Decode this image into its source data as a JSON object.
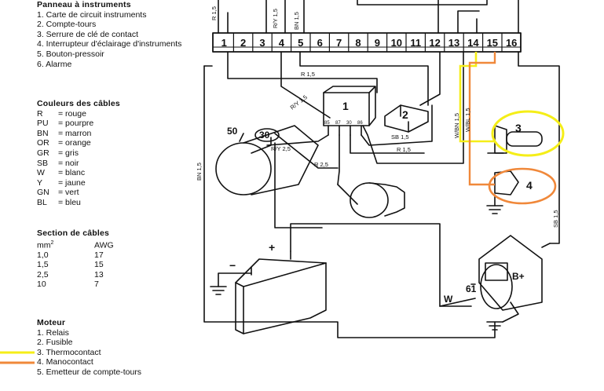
{
  "legend": {
    "panel": {
      "title": "Panneau à instruments",
      "items": [
        "1. Carte de circuit instruments",
        "2. Compte-tours",
        "3. Serrure de clé de contact",
        "4. Interrupteur d'éclairage d'instruments",
        "5.  Bouton-pressoir",
        "6. Alarme"
      ]
    },
    "colors": {
      "title": "Couleurs des câbles",
      "items": [
        {
          "code": "R",
          "name": "= rouge"
        },
        {
          "code": "PU",
          "name": "= pourpre"
        },
        {
          "code": "BN",
          "name": "= marron"
        },
        {
          "code": "OR",
          "name": "= orange"
        },
        {
          "code": "GR",
          "name": "= gris"
        },
        {
          "code": "SB",
          "name": "= noir"
        },
        {
          "code": "W",
          "name": "= blanc"
        },
        {
          "code": "Y",
          "name": "= jaune"
        },
        {
          "code": "GN",
          "name": "= vert"
        },
        {
          "code": "BL",
          "name": "= bleu"
        }
      ]
    },
    "section": {
      "title": "Section de câbles",
      "col_mm": "mm",
      "col_mm_sup": "2",
      "col_awg": "AWG",
      "rows": [
        {
          "mm": "1,0",
          "awg": "17"
        },
        {
          "mm": "1,5",
          "awg": "15"
        },
        {
          "mm": "2,5",
          "awg": "13"
        },
        {
          "mm": "10",
          "awg": "7"
        }
      ]
    },
    "moteur": {
      "title": "Moteur",
      "items": [
        "1. Relais",
        "2. Fusible",
        "3. Thermocontact",
        "4. Manocontact",
        "5. Emetteur de compte-tours"
      ]
    }
  },
  "highlight_colors": {
    "thermocontact": "#f5ee18",
    "manocontact": "#f0883a"
  },
  "diagram": {
    "terminals": [
      "1",
      "2",
      "3",
      "4",
      "5",
      "6",
      "7",
      "8",
      "9",
      "10",
      "11",
      "12",
      "13",
      "14",
      "15",
      "16"
    ],
    "top_wires": [
      "R 1,5",
      "R/Y 1,5",
      "BN 1,5"
    ],
    "wire_labels": {
      "r15": "R 1,5",
      "ry15": "R/Y 1,5",
      "ry25": "R/Y 2,5",
      "sb15a": "SB 1,5",
      "r15b": "R 1,5",
      "r25": "R 2,5",
      "bn15": "BN 1,5",
      "wbn15": "W/BN 1,5",
      "wbl15": "W/BL 1,5",
      "sb15v": "SB 1,5"
    },
    "relay_pins": [
      "85",
      "87",
      "30",
      "86"
    ],
    "components": {
      "relay": "1",
      "fuse": "2",
      "thermo": "3",
      "mano": "4",
      "starter_50": "50",
      "starter_30": "30",
      "alt_bplus": "B+",
      "alt_61": "61",
      "alt_w": "W",
      "bat_plus": "+",
      "bat_minus": "−"
    }
  }
}
